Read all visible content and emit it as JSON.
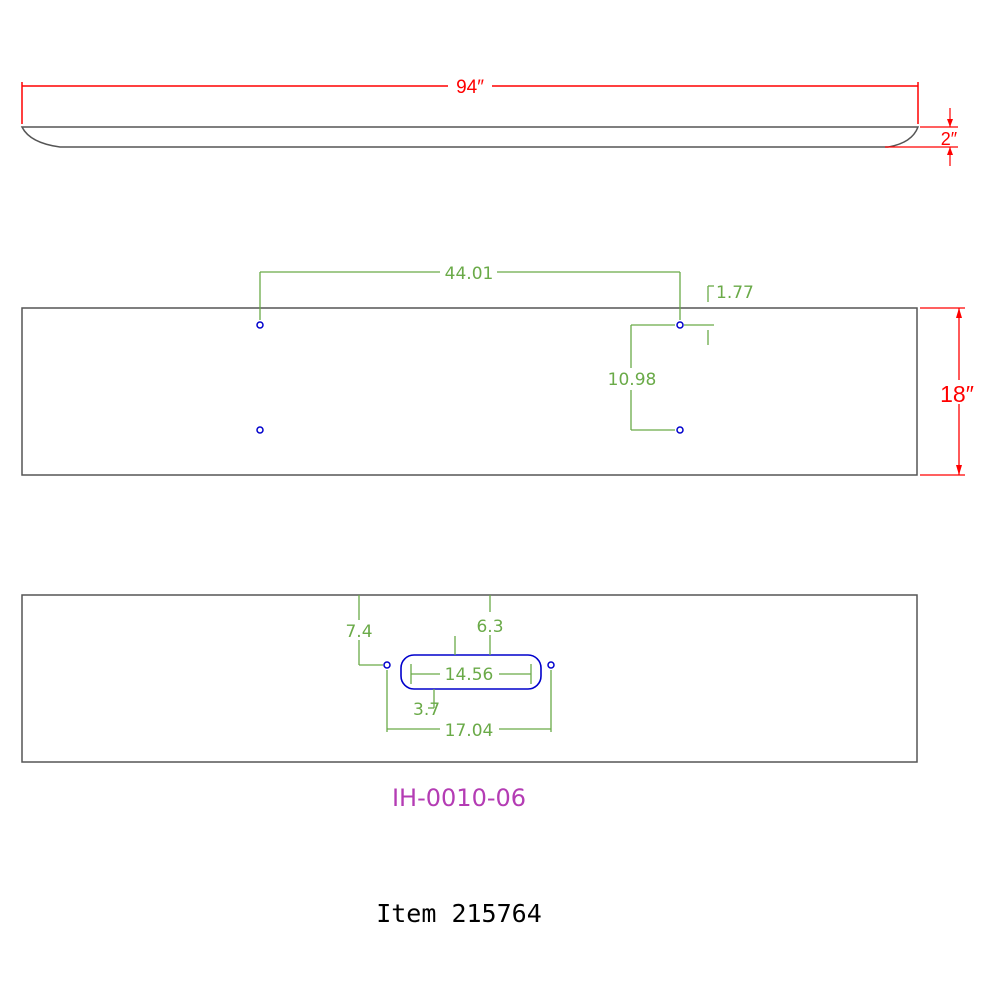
{
  "colors": {
    "outline": "#555555",
    "overall_dimension": "#ff0000",
    "detail_dimension": "#6aaa48",
    "holes": "#0000cc",
    "part_number": "#b43cb4",
    "item_text": "#000000"
  },
  "top_view": {
    "length_label": "94″",
    "height_label": "2″"
  },
  "front_view": {
    "hole_spacing_label": "44.01",
    "edge_offset_label": "1.77",
    "vertical_spacing_label": "10.98",
    "height_label": "18″"
  },
  "bottom_view": {
    "hole_offset_label": "7.4",
    "slot_offset_label": "6.3",
    "slot_length_label": "14.56",
    "slot_gap_label": "3.7",
    "hole_spacing_label": "17.04"
  },
  "part_number": "IH-0010-06",
  "item_label": "Item 215764"
}
